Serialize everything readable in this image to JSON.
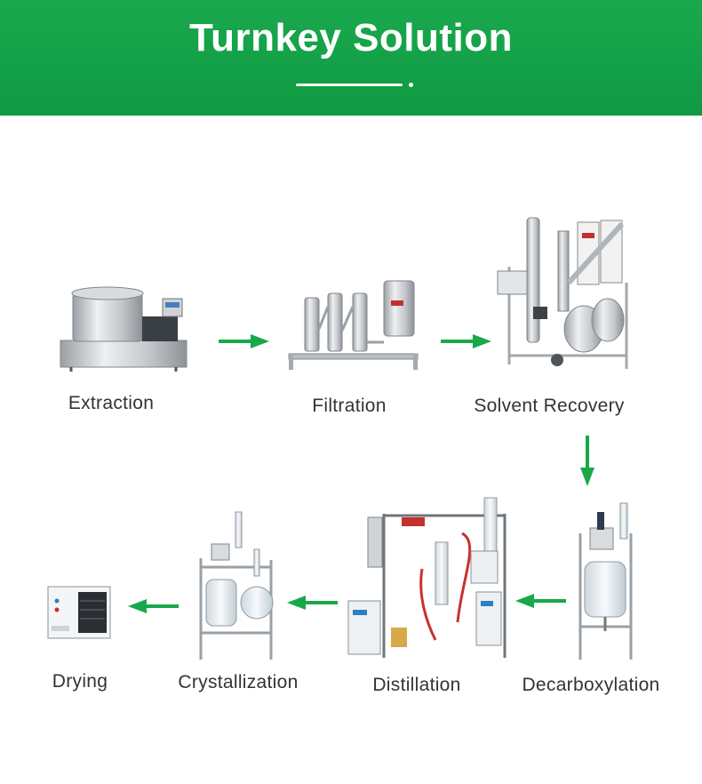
{
  "header": {
    "title": "Turnkey Solution",
    "color": "#14a348"
  },
  "arrow_color": "#18a84a",
  "steps": [
    {
      "label": "Extraction",
      "icon": "extraction-machine-icon"
    },
    {
      "label": "Filtration",
      "icon": "filter-housings-icon"
    },
    {
      "label": "Solvent Recovery",
      "icon": "solvent-recovery-evaporator-icon"
    },
    {
      "label": "Decarboxylation",
      "icon": "jacketed-glass-reactor-icon"
    },
    {
      "label": "Distillation",
      "icon": "molecular-distillation-unit-icon"
    },
    {
      "label": "Crystallization",
      "icon": "crystallization-reactor-icon"
    },
    {
      "label": "Drying",
      "icon": "vacuum-drying-oven-icon"
    }
  ]
}
